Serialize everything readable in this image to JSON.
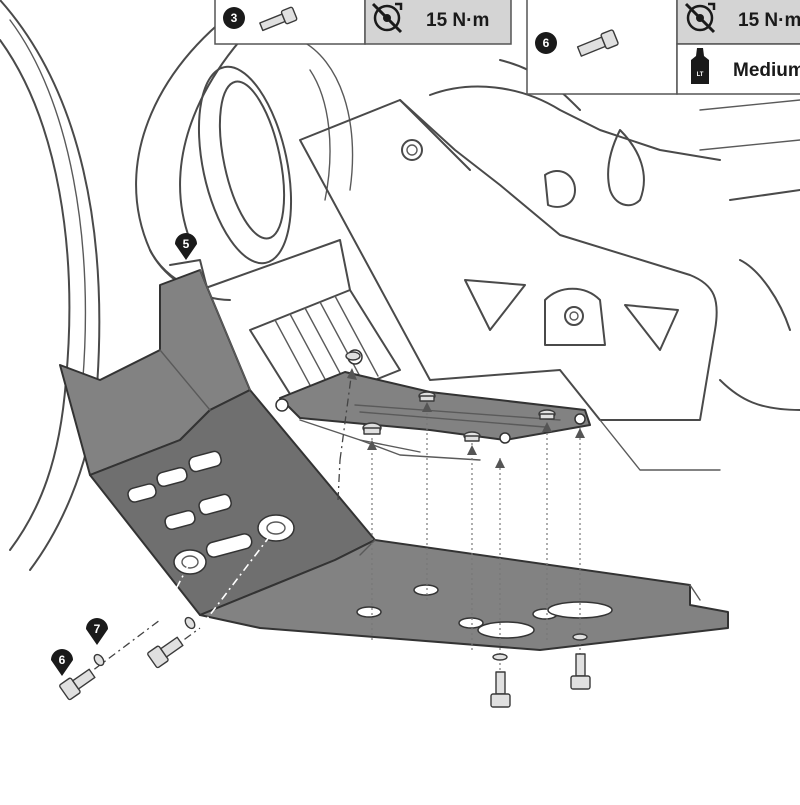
{
  "spec_boxes": [
    {
      "callout": "3",
      "torque": "15 N·m",
      "torque_icon": "torque-wrench-icon"
    },
    {
      "callout": "6",
      "torque": "15 N·m",
      "torque_icon": "torque-wrench-icon",
      "threadlocker": {
        "badge": "LT",
        "strength": "Medium"
      }
    }
  ],
  "callouts": {
    "skid_plate": "5",
    "bolt": "6",
    "washer": "7"
  },
  "colors": {
    "plate": "#828282",
    "callout_fill": "#1a1a1a",
    "torque_cell": "#d4d4d4"
  }
}
